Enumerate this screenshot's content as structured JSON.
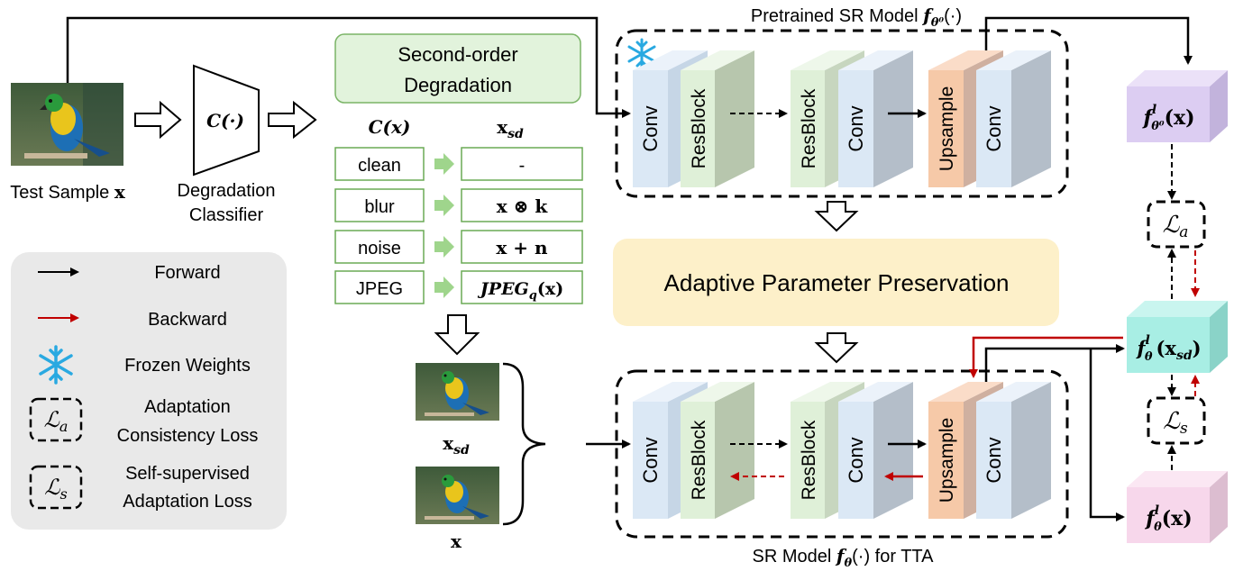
{
  "title_top": "Pretrained SR Model ",
  "title_top_fn": "f",
  "title_top_sub": "θ⁰",
  "title_top_arg": "(·)",
  "title_bottom": "SR Model ",
  "title_bottom_fn": "f",
  "title_bottom_sub": "θ",
  "title_bottom_arg": "(·) for TTA",
  "test_sample_label": "Test Sample ",
  "test_sample_var": "x",
  "classifier_label_1": "Degradation",
  "classifier_label_2": "Classifier",
  "classifier_symbol": "C(·)",
  "second_order_title_1": "Second-order",
  "second_order_title_2": "Degradation",
  "col_cx": "C(x)",
  "col_xsd": "x",
  "col_xsd_sub": "sd",
  "degradations": [
    {
      "name": "clean",
      "result": "-"
    },
    {
      "name": "blur",
      "result": "x ⊗ k"
    },
    {
      "name": "noise",
      "result": "x + n"
    },
    {
      "name": "JPEG",
      "result": "JPEG",
      "result_sub": "q",
      "result_arg": "(x)"
    }
  ],
  "xsd_label": "x",
  "xsd_label_sub": "sd",
  "x_label": "x",
  "blocks": [
    "Conv",
    "ResBlock",
    "ResBlock",
    "Conv",
    "Upsample",
    "Conv"
  ],
  "adaptive_label": "Adaptive Parameter Preservation",
  "feat_top": "f",
  "feat_top_sup": "l",
  "feat_top_sub": "θ⁰",
  "feat_top_arg": "(x)",
  "feat_mid": "f",
  "feat_mid_sup": "l",
  "feat_mid_sub": "θ",
  "feat_mid_arg": "(x",
  "feat_mid_arg_sub": "sd",
  "feat_mid_arg_end": ")",
  "feat_bot": "f",
  "feat_bot_sup": "l",
  "feat_bot_sub": "θ",
  "feat_bot_arg": "(x)",
  "loss_a": "ℒ",
  "loss_a_sub": "a",
  "loss_s": "ℒ",
  "loss_s_sub": "s",
  "legend": {
    "forward": "Forward",
    "backward": "Backward",
    "frozen": "Frozen Weights",
    "la_1": "Adaptation",
    "la_2": "Consistency Loss",
    "ls_1": "Self-supervised",
    "ls_2": "Adaptation Loss"
  },
  "colors": {
    "conv": "#dbe8f5",
    "resblock": "#dff0d8",
    "upsample": "#f6c9a8",
    "green_box": "#e2f3dc",
    "yellow_box": "#fdf0c9",
    "legend_bg": "#e9e9e9",
    "purple": "#dccdf2",
    "cyan": "#a8eee4",
    "pink": "#f7d7eb",
    "red": "#c00000",
    "snow": "#29a9e1"
  }
}
